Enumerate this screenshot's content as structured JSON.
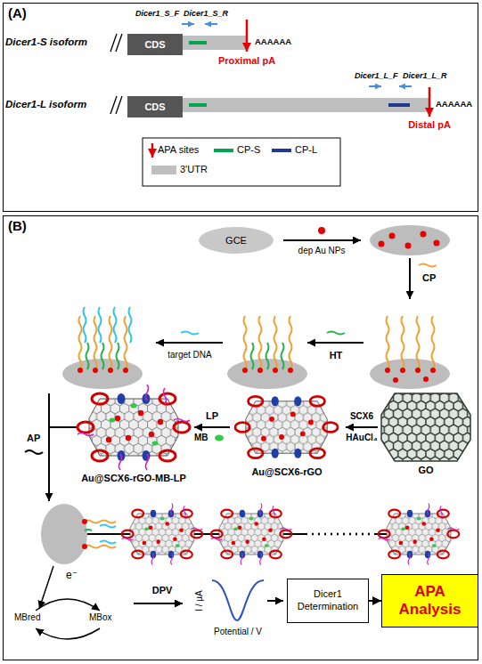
{
  "diagram": {
    "nodes": [
      {
        "text": [
          "(A)"
        ]
      },
      {
        "text": [
          "CDS"
        ],
        "in": 0
      },
      {
        "text": [
          "CDS"
        ],
        "in": 0
      },
      {
        "text": [
          "(B)"
        ]
      },
      {
        "text": [
          "GCE"
        ],
        "in": 3
      },
      {
        "text": [
          "Dicer1 Determination"
        ],
        "in": 3
      },
      {
        "text": [
          "APA Analysis"
        ],
        "in": 3
      }
    ],
    "edges": [
      {
        "from": 5,
        "to": 6,
        "arrow": "to"
      }
    ],
    "labels": [
      "Dicer1_S_F",
      "Dicer1_S_R",
      "Dicer1-S isoform",
      "AAAAAA",
      "Proximal pA",
      "Dicer1_L_F",
      "Dicer1_L_R",
      "Dicer1-L isoform",
      "AAAAAA",
      "Distal pA",
      "dep Au NPs",
      "CP",
      "HT",
      "target DNA",
      "AP",
      "LP",
      "MB",
      "SCX6",
      "HAuCl₄",
      "GO",
      "Au@SCX6-rGO-MB-LP",
      "Au@SCX6-rGO",
      "e⁻",
      "MBred",
      "MBox",
      "DPV",
      "I / μA",
      "Potential / V"
    ],
    "legend": [
      {
        "text": "APA sites"
      },
      {
        "text": "CP-S",
        "color": "#00a651"
      },
      {
        "text": "CP-L",
        "color": "#1f3a93"
      },
      {
        "text": "3'UTR",
        "color": "#bfbfbf"
      }
    ]
  }
}
